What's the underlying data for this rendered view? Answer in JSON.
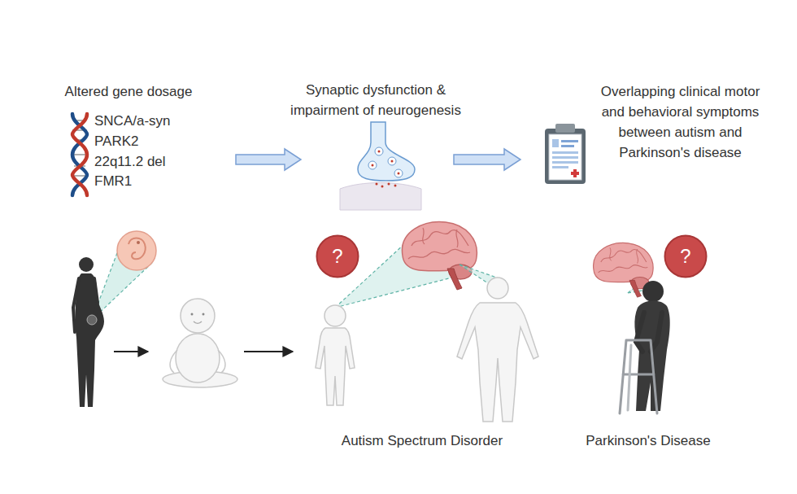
{
  "diagram": {
    "nodes": [
      {
        "text": [
          "?"
        ]
      },
      {
        "text": [
          "?"
        ]
      }
    ],
    "labels": [
      "Altered gene dosage",
      "SNCA/a-syn",
      "PARK2",
      "22q11.2 del",
      "FMR1",
      "Synaptic dysfunction & impairment of neurogenesis",
      "Overlapping clinical motor and behavioral symptoms between autism and Parkinson's disease",
      "Autism Spectrum Disorder",
      "Parkinson's Disease"
    ]
  }
}
